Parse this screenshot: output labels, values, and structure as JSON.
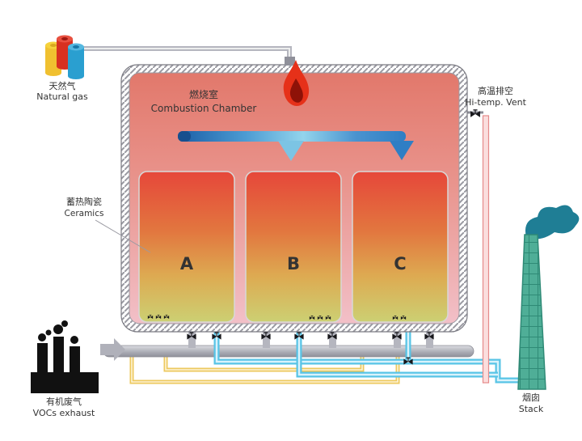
{
  "diagram": {
    "natural_gas": {
      "cn": "天然气",
      "en": "Natural gas"
    },
    "combustion_chamber": {
      "cn": "燃烧室",
      "en": "Combustion Chamber"
    },
    "ceramics": {
      "cn": "蓄热陶瓷",
      "en": "Ceramics"
    },
    "beds": {
      "a": "A",
      "b": "B",
      "c": "C"
    },
    "hitemp_vent": {
      "cn": "高温排空",
      "en": "Hi-temp. Vent"
    },
    "vocs": {
      "cn": "有机废气",
      "en": "VOCs exhaust"
    },
    "stack": {
      "cn": "烟囱",
      "en": "Stack"
    }
  },
  "colors": {
    "flame": "#e63119",
    "flame_core": "#8e1208",
    "bed_letter": "#e02020",
    "arrow_blue": "#2f7ec4",
    "pipe_gray": "#b5b6bf",
    "pipe_cyan": "#58c4e6",
    "pipe_yellow": "#edc95f",
    "pipe_red": "#e58a8a",
    "stack_green": "#4fae97",
    "smoke_teal": "#1f7e95",
    "tank_yellow": "#f0c030",
    "tank_red": "#d83020",
    "tank_blue": "#2a9fd0"
  }
}
